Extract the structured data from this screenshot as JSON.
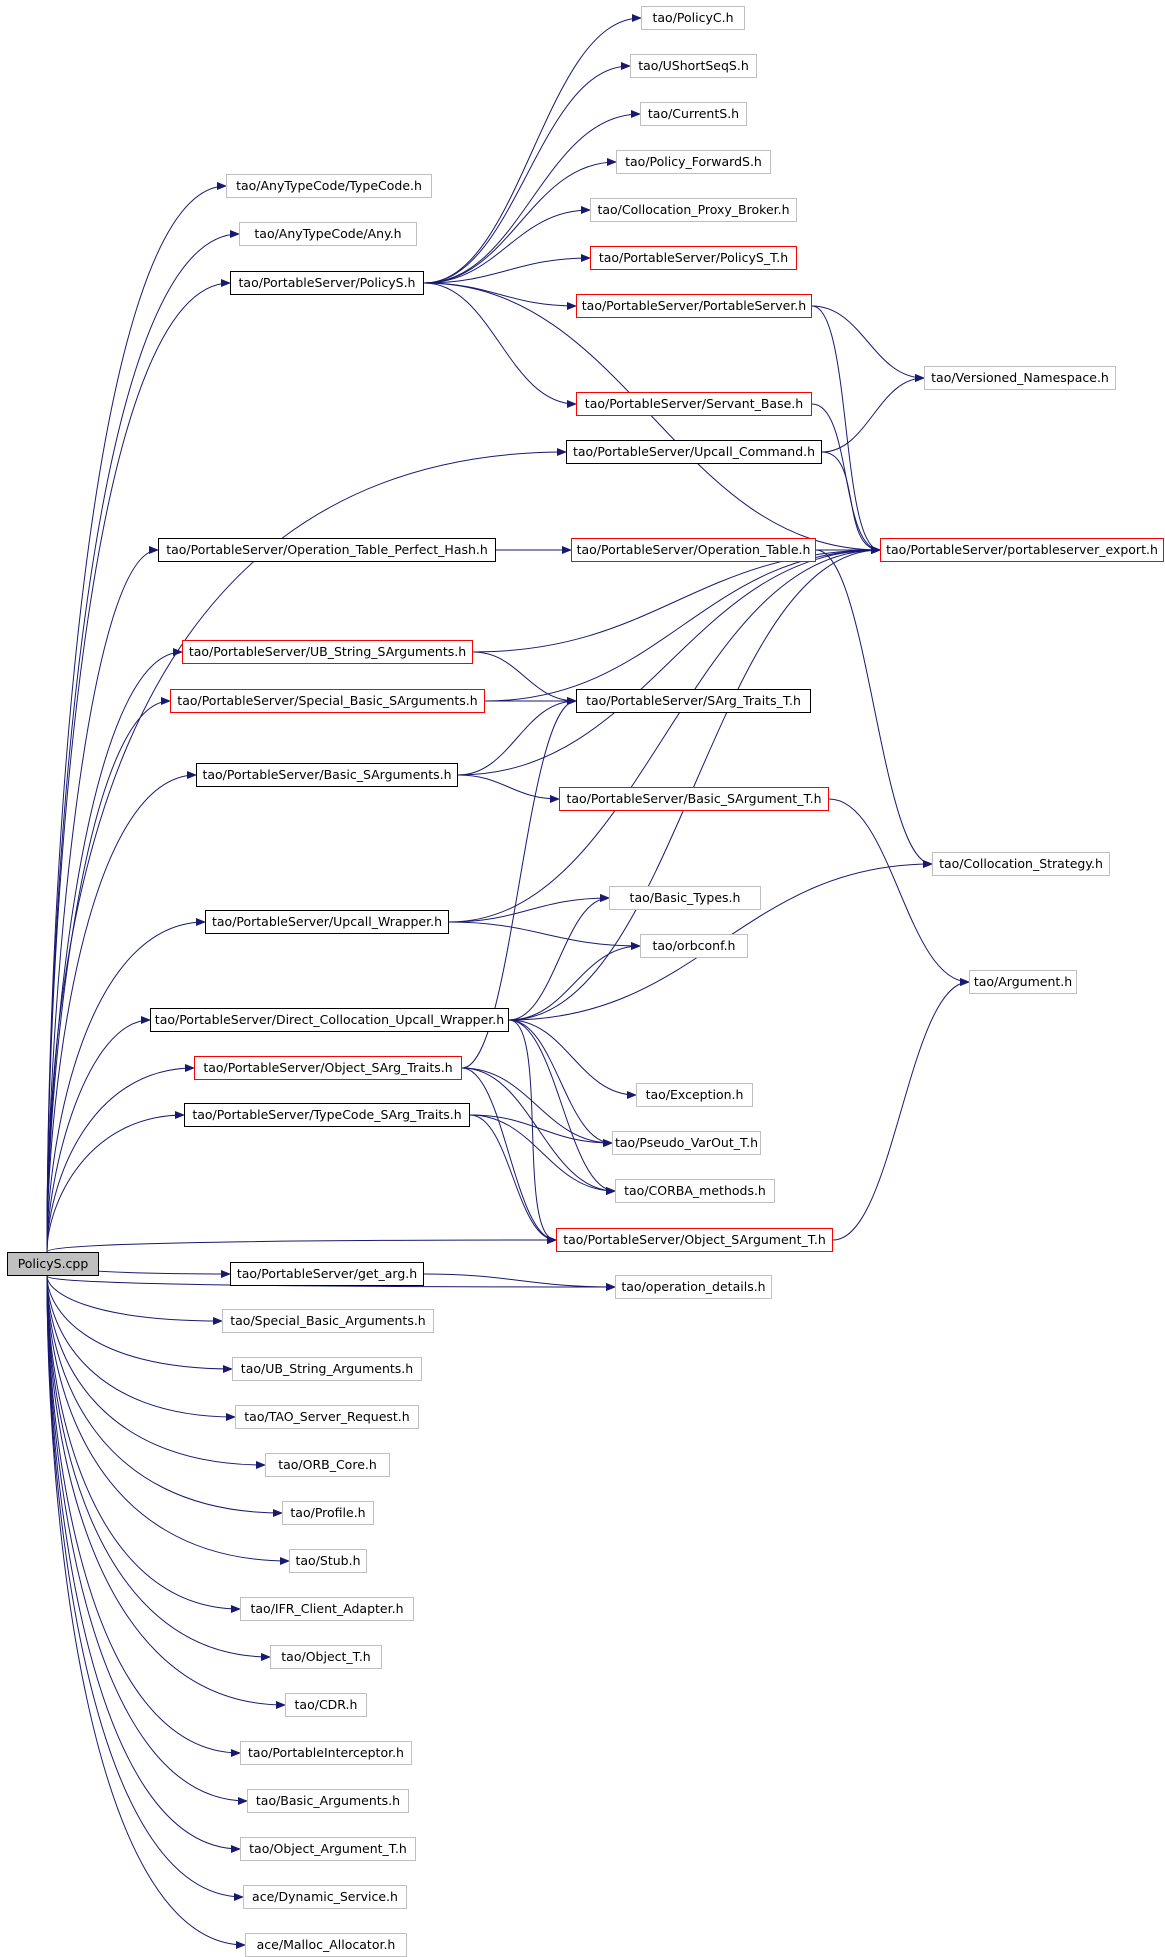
{
  "colors": {
    "edge": "#191970",
    "normal_border": "#bfbfbf",
    "solid_border": "#000000",
    "truncated_border": "#ff0000",
    "root_fill": "#bfbfbf"
  },
  "root": "PolicyS.cpp",
  "nodes": [
    {
      "id": "root",
      "label": "PolicyS.cpp",
      "style": "root"
    },
    {
      "id": "policyc",
      "label": "tao/PolicyC.h",
      "style": "normal"
    },
    {
      "id": "ushort",
      "label": "tao/UShortSeqS.h",
      "style": "normal"
    },
    {
      "id": "currents",
      "label": "tao/CurrentS.h",
      "style": "normal"
    },
    {
      "id": "polfwd",
      "label": "tao/Policy_ForwardS.h",
      "style": "normal"
    },
    {
      "id": "collprox",
      "label": "tao/Collocation_Proxy_Broker.h",
      "style": "normal"
    },
    {
      "id": "typecode",
      "label": "tao/AnyTypeCode/TypeCode.h",
      "style": "normal"
    },
    {
      "id": "any",
      "label": "tao/AnyTypeCode/Any.h",
      "style": "normal"
    },
    {
      "id": "policys",
      "label": "tao/PortableServer/PolicyS.h",
      "style": "solid"
    },
    {
      "id": "policyst",
      "label": "tao/PortableServer/PolicyS_T.h",
      "style": "truncated"
    },
    {
      "id": "ps",
      "label": "tao/PortableServer/PortableServer.h",
      "style": "truncated"
    },
    {
      "id": "versioned",
      "label": "tao/Versioned_Namespace.h",
      "style": "normal"
    },
    {
      "id": "servant",
      "label": "tao/PortableServer/Servant_Base.h",
      "style": "truncated"
    },
    {
      "id": "upcallcmd",
      "label": "tao/PortableServer/Upcall_Command.h",
      "style": "solid"
    },
    {
      "id": "optph",
      "label": "tao/PortableServer/Operation_Table_Perfect_Hash.h",
      "style": "solid"
    },
    {
      "id": "optable",
      "label": "tao/PortableServer/Operation_Table.h",
      "style": "truncated"
    },
    {
      "id": "psexport",
      "label": "tao/PortableServer/portableserver_export.h",
      "style": "truncated"
    },
    {
      "id": "ubstr",
      "label": "tao/PortableServer/UB_String_SArguments.h",
      "style": "truncated"
    },
    {
      "id": "spbasic",
      "label": "tao/PortableServer/Special_Basic_SArguments.h",
      "style": "truncated"
    },
    {
      "id": "sargtraits",
      "label": "tao/PortableServer/SArg_Traits_T.h",
      "style": "solid"
    },
    {
      "id": "basicsargs",
      "label": "tao/PortableServer/Basic_SArguments.h",
      "style": "solid"
    },
    {
      "id": "basicsargt",
      "label": "tao/PortableServer/Basic_SArgument_T.h",
      "style": "truncated"
    },
    {
      "id": "collstrat",
      "label": "tao/Collocation_Strategy.h",
      "style": "normal"
    },
    {
      "id": "upwrap",
      "label": "tao/PortableServer/Upcall_Wrapper.h",
      "style": "solid"
    },
    {
      "id": "basictypes",
      "label": "tao/Basic_Types.h",
      "style": "normal"
    },
    {
      "id": "orbconf",
      "label": "tao/orbconf.h",
      "style": "normal"
    },
    {
      "id": "argument",
      "label": "tao/Argument.h",
      "style": "normal"
    },
    {
      "id": "dcuw",
      "label": "tao/PortableServer/Direct_Collocation_Upcall_Wrapper.h",
      "style": "solid"
    },
    {
      "id": "objsargtraits",
      "label": "tao/PortableServer/Object_SArg_Traits.h",
      "style": "truncated"
    },
    {
      "id": "exception",
      "label": "tao/Exception.h",
      "style": "normal"
    },
    {
      "id": "tcsargtraits",
      "label": "tao/PortableServer/TypeCode_SArg_Traits.h",
      "style": "solid"
    },
    {
      "id": "pseudo",
      "label": "tao/Pseudo_VarOut_T.h",
      "style": "normal"
    },
    {
      "id": "corba",
      "label": "tao/CORBA_methods.h",
      "style": "normal"
    },
    {
      "id": "objsargt",
      "label": "tao/PortableServer/Object_SArgument_T.h",
      "style": "truncated"
    },
    {
      "id": "getarg",
      "label": "tao/PortableServer/get_arg.h",
      "style": "solid"
    },
    {
      "id": "opdetails",
      "label": "tao/operation_details.h",
      "style": "normal"
    },
    {
      "id": "spbasicargs",
      "label": "tao/Special_Basic_Arguments.h",
      "style": "normal"
    },
    {
      "id": "ubstrargs",
      "label": "tao/UB_String_Arguments.h",
      "style": "normal"
    },
    {
      "id": "taoreq",
      "label": "tao/TAO_Server_Request.h",
      "style": "normal"
    },
    {
      "id": "orbcore",
      "label": "tao/ORB_Core.h",
      "style": "normal"
    },
    {
      "id": "profile",
      "label": "tao/Profile.h",
      "style": "normal"
    },
    {
      "id": "stub",
      "label": "tao/Stub.h",
      "style": "normal"
    },
    {
      "id": "ifr",
      "label": "tao/IFR_Client_Adapter.h",
      "style": "normal"
    },
    {
      "id": "objectt",
      "label": "tao/Object_T.h",
      "style": "normal"
    },
    {
      "id": "cdr",
      "label": "tao/CDR.h",
      "style": "normal"
    },
    {
      "id": "pi",
      "label": "tao/PortableInterceptor.h",
      "style": "normal"
    },
    {
      "id": "basicargs",
      "label": "tao/Basic_Arguments.h",
      "style": "normal"
    },
    {
      "id": "objargt",
      "label": "tao/Object_Argument_T.h",
      "style": "normal"
    },
    {
      "id": "dynsvc",
      "label": "ace/Dynamic_Service.h",
      "style": "normal"
    },
    {
      "id": "malloc",
      "label": "ace/Malloc_Allocator.h",
      "style": "normal"
    }
  ],
  "edges": [
    [
      "root",
      "typecode"
    ],
    [
      "root",
      "any"
    ],
    [
      "root",
      "policys"
    ],
    [
      "root",
      "upcallcmd"
    ],
    [
      "root",
      "optph"
    ],
    [
      "root",
      "ubstr"
    ],
    [
      "root",
      "spbasic"
    ],
    [
      "root",
      "basicsargs"
    ],
    [
      "root",
      "upwrap"
    ],
    [
      "root",
      "dcuw"
    ],
    [
      "root",
      "objsargtraits"
    ],
    [
      "root",
      "tcsargtraits"
    ],
    [
      "root",
      "objsargt"
    ],
    [
      "root",
      "getarg"
    ],
    [
      "root",
      "opdetails"
    ],
    [
      "root",
      "spbasicargs"
    ],
    [
      "root",
      "ubstrargs"
    ],
    [
      "root",
      "taoreq"
    ],
    [
      "root",
      "orbcore"
    ],
    [
      "root",
      "profile"
    ],
    [
      "root",
      "stub"
    ],
    [
      "root",
      "ifr"
    ],
    [
      "root",
      "objectt"
    ],
    [
      "root",
      "cdr"
    ],
    [
      "root",
      "pi"
    ],
    [
      "root",
      "basicargs"
    ],
    [
      "root",
      "objargt"
    ],
    [
      "root",
      "dynsvc"
    ],
    [
      "root",
      "malloc"
    ],
    [
      "policys",
      "policyc"
    ],
    [
      "policys",
      "ushort"
    ],
    [
      "policys",
      "currents"
    ],
    [
      "policys",
      "polfwd"
    ],
    [
      "policys",
      "collprox"
    ],
    [
      "policys",
      "policyst"
    ],
    [
      "policys",
      "ps"
    ],
    [
      "policys",
      "servant"
    ],
    [
      "policys",
      "psexport"
    ],
    [
      "ps",
      "versioned"
    ],
    [
      "ps",
      "psexport"
    ],
    [
      "servant",
      "psexport"
    ],
    [
      "upcallcmd",
      "versioned"
    ],
    [
      "upcallcmd",
      "psexport"
    ],
    [
      "optph",
      "optable"
    ],
    [
      "optph",
      "psexport"
    ],
    [
      "optable",
      "psexport"
    ],
    [
      "optable",
      "collstrat"
    ],
    [
      "ubstr",
      "psexport"
    ],
    [
      "ubstr",
      "sargtraits"
    ],
    [
      "spbasic",
      "sargtraits"
    ],
    [
      "spbasic",
      "psexport"
    ],
    [
      "basicsargs",
      "sargtraits"
    ],
    [
      "basicsargs",
      "psexport"
    ],
    [
      "basicsargs",
      "basicsargt"
    ],
    [
      "basicsargt",
      "argument"
    ],
    [
      "upwrap",
      "psexport"
    ],
    [
      "upwrap",
      "basictypes"
    ],
    [
      "upwrap",
      "orbconf"
    ],
    [
      "dcuw",
      "basictypes"
    ],
    [
      "dcuw",
      "orbconf"
    ],
    [
      "dcuw",
      "psexport"
    ],
    [
      "dcuw",
      "collstrat"
    ],
    [
      "dcuw",
      "exception"
    ],
    [
      "dcuw",
      "pseudo"
    ],
    [
      "dcuw",
      "corba"
    ],
    [
      "dcuw",
      "objsargt"
    ],
    [
      "objsargtraits",
      "sargtraits"
    ],
    [
      "objsargtraits",
      "pseudo"
    ],
    [
      "objsargtraits",
      "corba"
    ],
    [
      "objsargtraits",
      "objsargt"
    ],
    [
      "tcsargtraits",
      "pseudo"
    ],
    [
      "tcsargtraits",
      "corba"
    ],
    [
      "tcsargtraits",
      "objsargt"
    ],
    [
      "objsargt",
      "argument"
    ],
    [
      "getarg",
      "opdetails"
    ]
  ]
}
